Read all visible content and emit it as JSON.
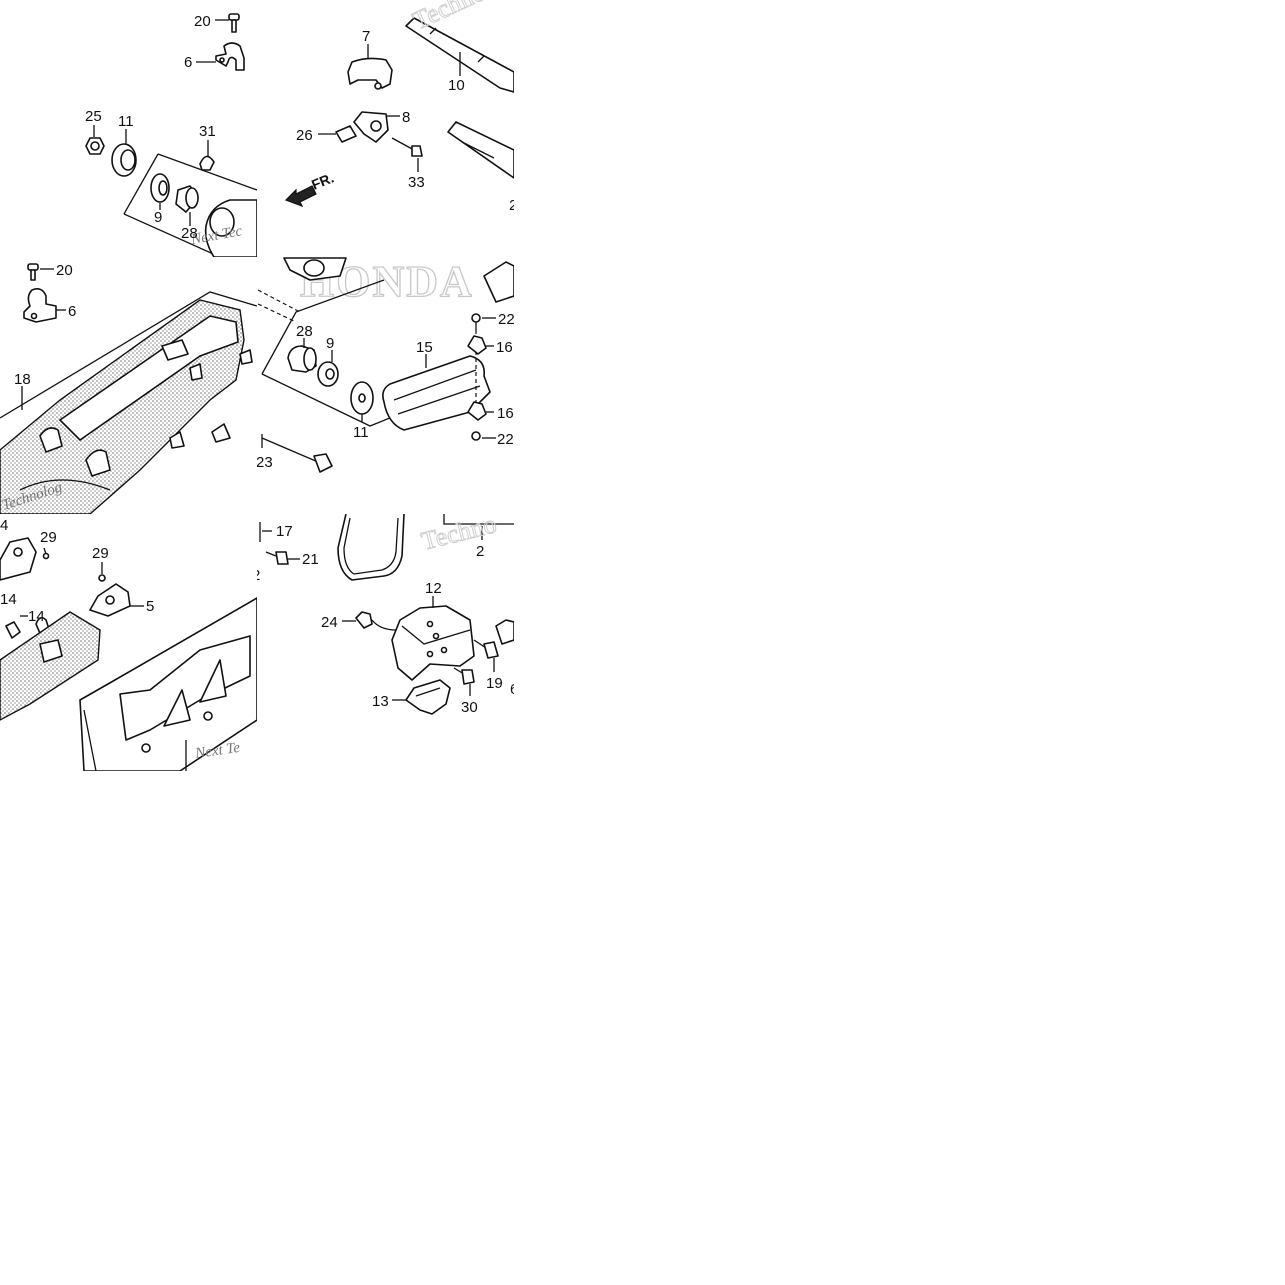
{
  "diagram": {
    "brand_watermark": "HONDA",
    "watermarks": [
      "Techno",
      "Next Tec",
      "Techno",
      "Technolog",
      "Next Te"
    ],
    "direction_label": "FR.",
    "callouts": {
      "t1": [
        "20",
        "6",
        "25",
        "11",
        "31",
        "9",
        "28"
      ],
      "t2": [
        "7",
        "10",
        "8",
        "26",
        "33"
      ],
      "t3": [
        "20",
        "6",
        "18"
      ],
      "t4": [
        "28",
        "9",
        "15",
        "22",
        "16",
        "16",
        "11",
        "22",
        "23"
      ],
      "t5": [
        "4",
        "29",
        "29",
        "14",
        "14",
        "5"
      ],
      "t6": [
        "17",
        "21",
        "2",
        "12",
        "24",
        "19",
        "13",
        "30"
      ]
    }
  }
}
